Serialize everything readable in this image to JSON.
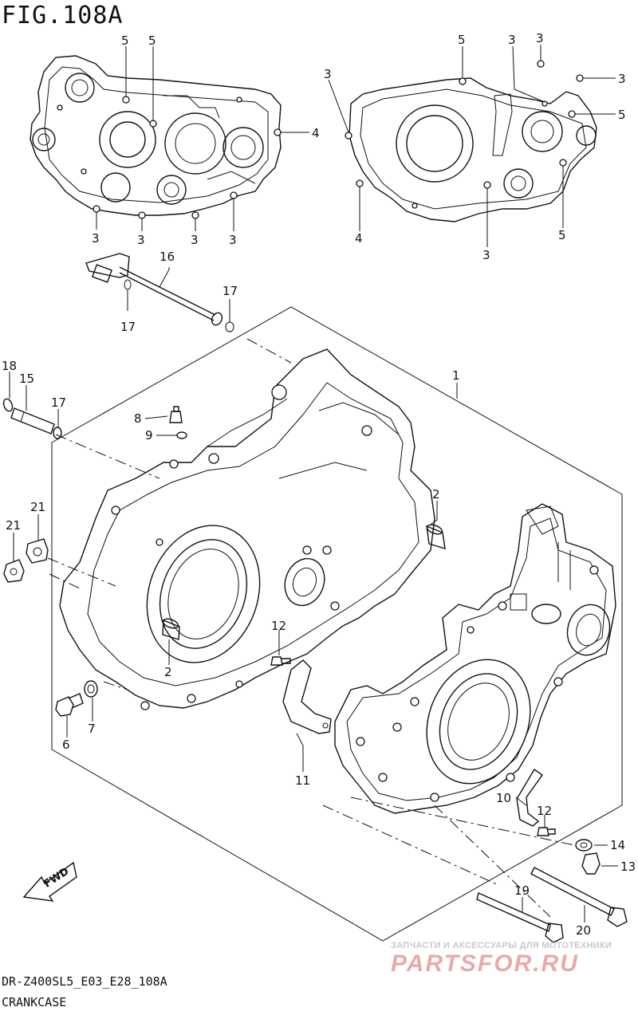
{
  "figure": {
    "title": "FIG.108A"
  },
  "footer": {
    "model_code": "DR-Z400SL5_E03_E28_108A",
    "section": "CRANKCASE"
  },
  "fwd_badge": {
    "label": "FWD"
  },
  "watermark": {
    "line1": "ЗАПЧАСТИ И АКСЕССУАРЫ ДЛЯ МОТОТЕХНИКИ",
    "line2": "PARTSFOR.RU"
  },
  "callouts": {
    "c1": "1",
    "c2a": "2",
    "c2b": "2",
    "c3a": "3",
    "c3b": "3",
    "c3c": "3",
    "c3d": "3",
    "c3e": "3",
    "c3f": "3",
    "c3g": "3",
    "c3h": "3",
    "c3i": "3",
    "c4a": "4",
    "c4b": "4",
    "c5a": "5",
    "c5b": "5",
    "c5c": "5",
    "c5d": "5",
    "c5e": "5",
    "c6": "6",
    "c7": "7",
    "c8": "8",
    "c9": "9",
    "c10": "10",
    "c11": "11",
    "c12a": "12",
    "c12b": "12",
    "c13": "13",
    "c14": "14",
    "c15": "15",
    "c16": "16",
    "c17a": "17",
    "c17b": "17",
    "c17c": "17",
    "c18": "18",
    "c19": "19",
    "c20": "20",
    "c21a": "21",
    "c21b": "21"
  }
}
